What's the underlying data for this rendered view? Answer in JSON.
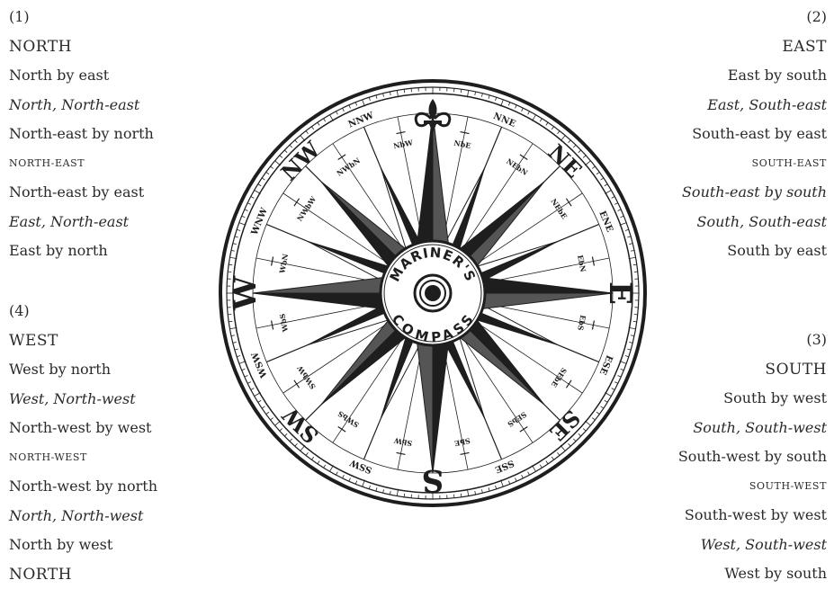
{
  "quadrants": [
    {
      "number": "(1)",
      "lines": [
        {
          "text": "NORTH",
          "style": "caps"
        },
        {
          "text": "North by east",
          "style": "normal"
        },
        {
          "text": "North, North-east",
          "style": "italic"
        },
        {
          "text": "North-east by north",
          "style": "normal"
        },
        {
          "text": "NORTH-EAST",
          "style": "smallcaps"
        },
        {
          "text": "North-east by east",
          "style": "normal"
        },
        {
          "text": "East, North-east",
          "style": "italic"
        },
        {
          "text": "East by north",
          "style": "normal"
        }
      ]
    },
    {
      "number": "(2)",
      "lines": [
        {
          "text": "EAST",
          "style": "caps"
        },
        {
          "text": "East by south",
          "style": "normal"
        },
        {
          "text": "East, South-east",
          "style": "italic"
        },
        {
          "text": "South-east by east",
          "style": "normal"
        },
        {
          "text": "SOUTH-EAST",
          "style": "smallcaps"
        },
        {
          "text": "South-east by south",
          "style": "italic"
        },
        {
          "text": "South, South-east",
          "style": "italic"
        },
        {
          "text": "South by east",
          "style": "normal"
        }
      ]
    },
    {
      "number": "(3)",
      "lines": [
        {
          "text": "SOUTH",
          "style": "caps"
        },
        {
          "text": "South by west",
          "style": "normal"
        },
        {
          "text": "South, South-west",
          "style": "italic"
        },
        {
          "text": "South-west by south",
          "style": "normal"
        },
        {
          "text": "SOUTH-WEST",
          "style": "smallcaps"
        },
        {
          "text": "South-west by west",
          "style": "normal"
        },
        {
          "text": "West, South-west",
          "style": "italic"
        },
        {
          "text": "West by south",
          "style": "normal"
        }
      ]
    },
    {
      "number": "(4)",
      "lines": [
        {
          "text": "WEST",
          "style": "caps"
        },
        {
          "text": "West by north",
          "style": "normal"
        },
        {
          "text": "West, North-west",
          "style": "italic"
        },
        {
          "text": "North-west by west",
          "style": "normal"
        },
        {
          "text": "NORTH-WEST",
          "style": "smallcaps"
        },
        {
          "text": "North-west by north",
          "style": "normal"
        },
        {
          "text": "North, North-west",
          "style": "italic"
        },
        {
          "text": "North by west",
          "style": "normal"
        },
        {
          "text": "NORTH",
          "style": "caps"
        }
      ]
    }
  ],
  "compass": {
    "center_top": "MARINER'S",
    "center_bottom": "COMPASS",
    "cardinals": [
      "N",
      "E",
      "S",
      "W"
    ],
    "intercardinals": [
      "NE",
      "SE",
      "SW",
      "NW"
    ],
    "secondary_points": [
      "NNE",
      "ENE",
      "ESE",
      "SSE",
      "SSW",
      "WSW",
      "WNW",
      "NNW"
    ],
    "by_points": [
      "NbE",
      "NEbN",
      "NEbE",
      "EbN",
      "EbS",
      "SEbE",
      "SEbS",
      "SbE",
      "SbW",
      "SWbS",
      "SWbW",
      "WbS",
      "WbN",
      "NWbW",
      "NWbN",
      "NbW"
    ],
    "ink_color": "#1e1e1e"
  }
}
